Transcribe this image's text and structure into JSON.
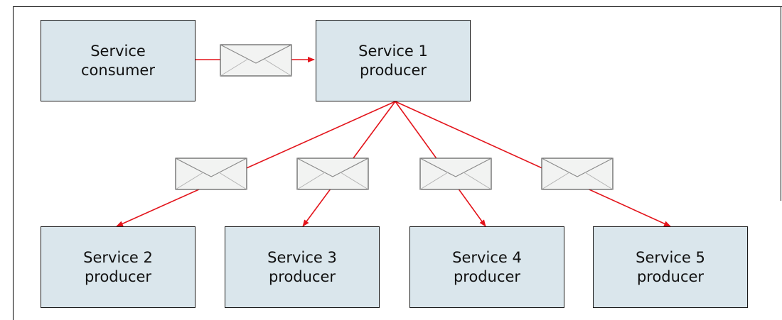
{
  "nodes": {
    "consumer": {
      "label": "Service\nconsumer"
    },
    "service1": {
      "label": "Service 1\nproducer"
    },
    "service2": {
      "label": "Service 2\nproducer"
    },
    "service3": {
      "label": "Service 3\nproducer"
    },
    "service4": {
      "label": "Service 4\nproducer"
    },
    "service5": {
      "label": "Service 5\nproducer"
    }
  },
  "edges": [
    {
      "from": "Service consumer",
      "to": "Service 1 producer"
    },
    {
      "from": "Service 1 producer",
      "to": "Service 2 producer"
    },
    {
      "from": "Service 1 producer",
      "to": "Service 3 producer"
    },
    {
      "from": "Service 1 producer",
      "to": "Service 4 producer"
    },
    {
      "from": "Service 1 producer",
      "to": "Service 5 producer"
    }
  ],
  "colors": {
    "box_fill": "#dae6ec",
    "box_border": "#1a1a1a",
    "connector": "#e3141b",
    "envelope_fill": "#f2f3f2"
  },
  "icons": {
    "message": "envelope-icon"
  }
}
